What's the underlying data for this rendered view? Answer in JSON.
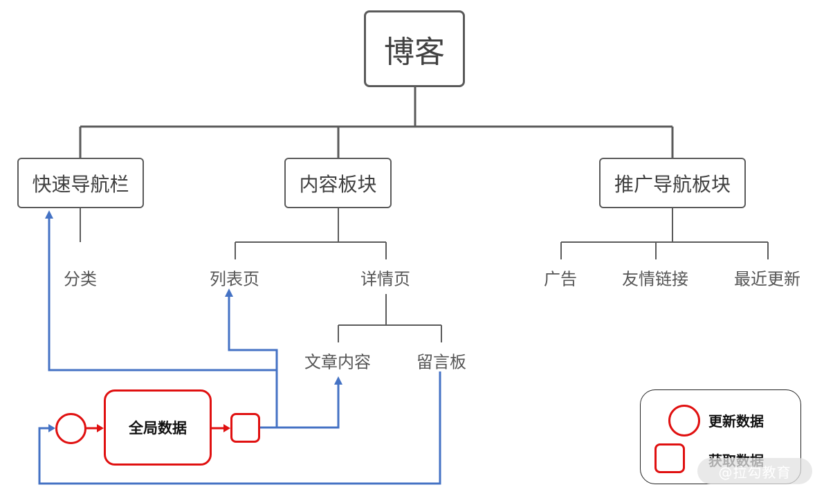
{
  "root": "博客",
  "sections": {
    "quick_nav": "快速导航栏",
    "content": "内容板块",
    "promo": "推广导航板块"
  },
  "leaves": {
    "category": "分类",
    "list_page": "列表页",
    "detail_page": "详情页",
    "article": "文章内容",
    "message_board": "留言板",
    "ads": "广告",
    "friend_links": "友情链接",
    "recent_updates": "最近更新"
  },
  "global_data": "全局数据",
  "legend": {
    "update": "更新数据",
    "fetch": "获取数据"
  },
  "watermark": "@拉勾教育",
  "colors": {
    "tree_line": "#5a5a5a",
    "flow_line": "#4472c4",
    "red": "#e01010"
  }
}
